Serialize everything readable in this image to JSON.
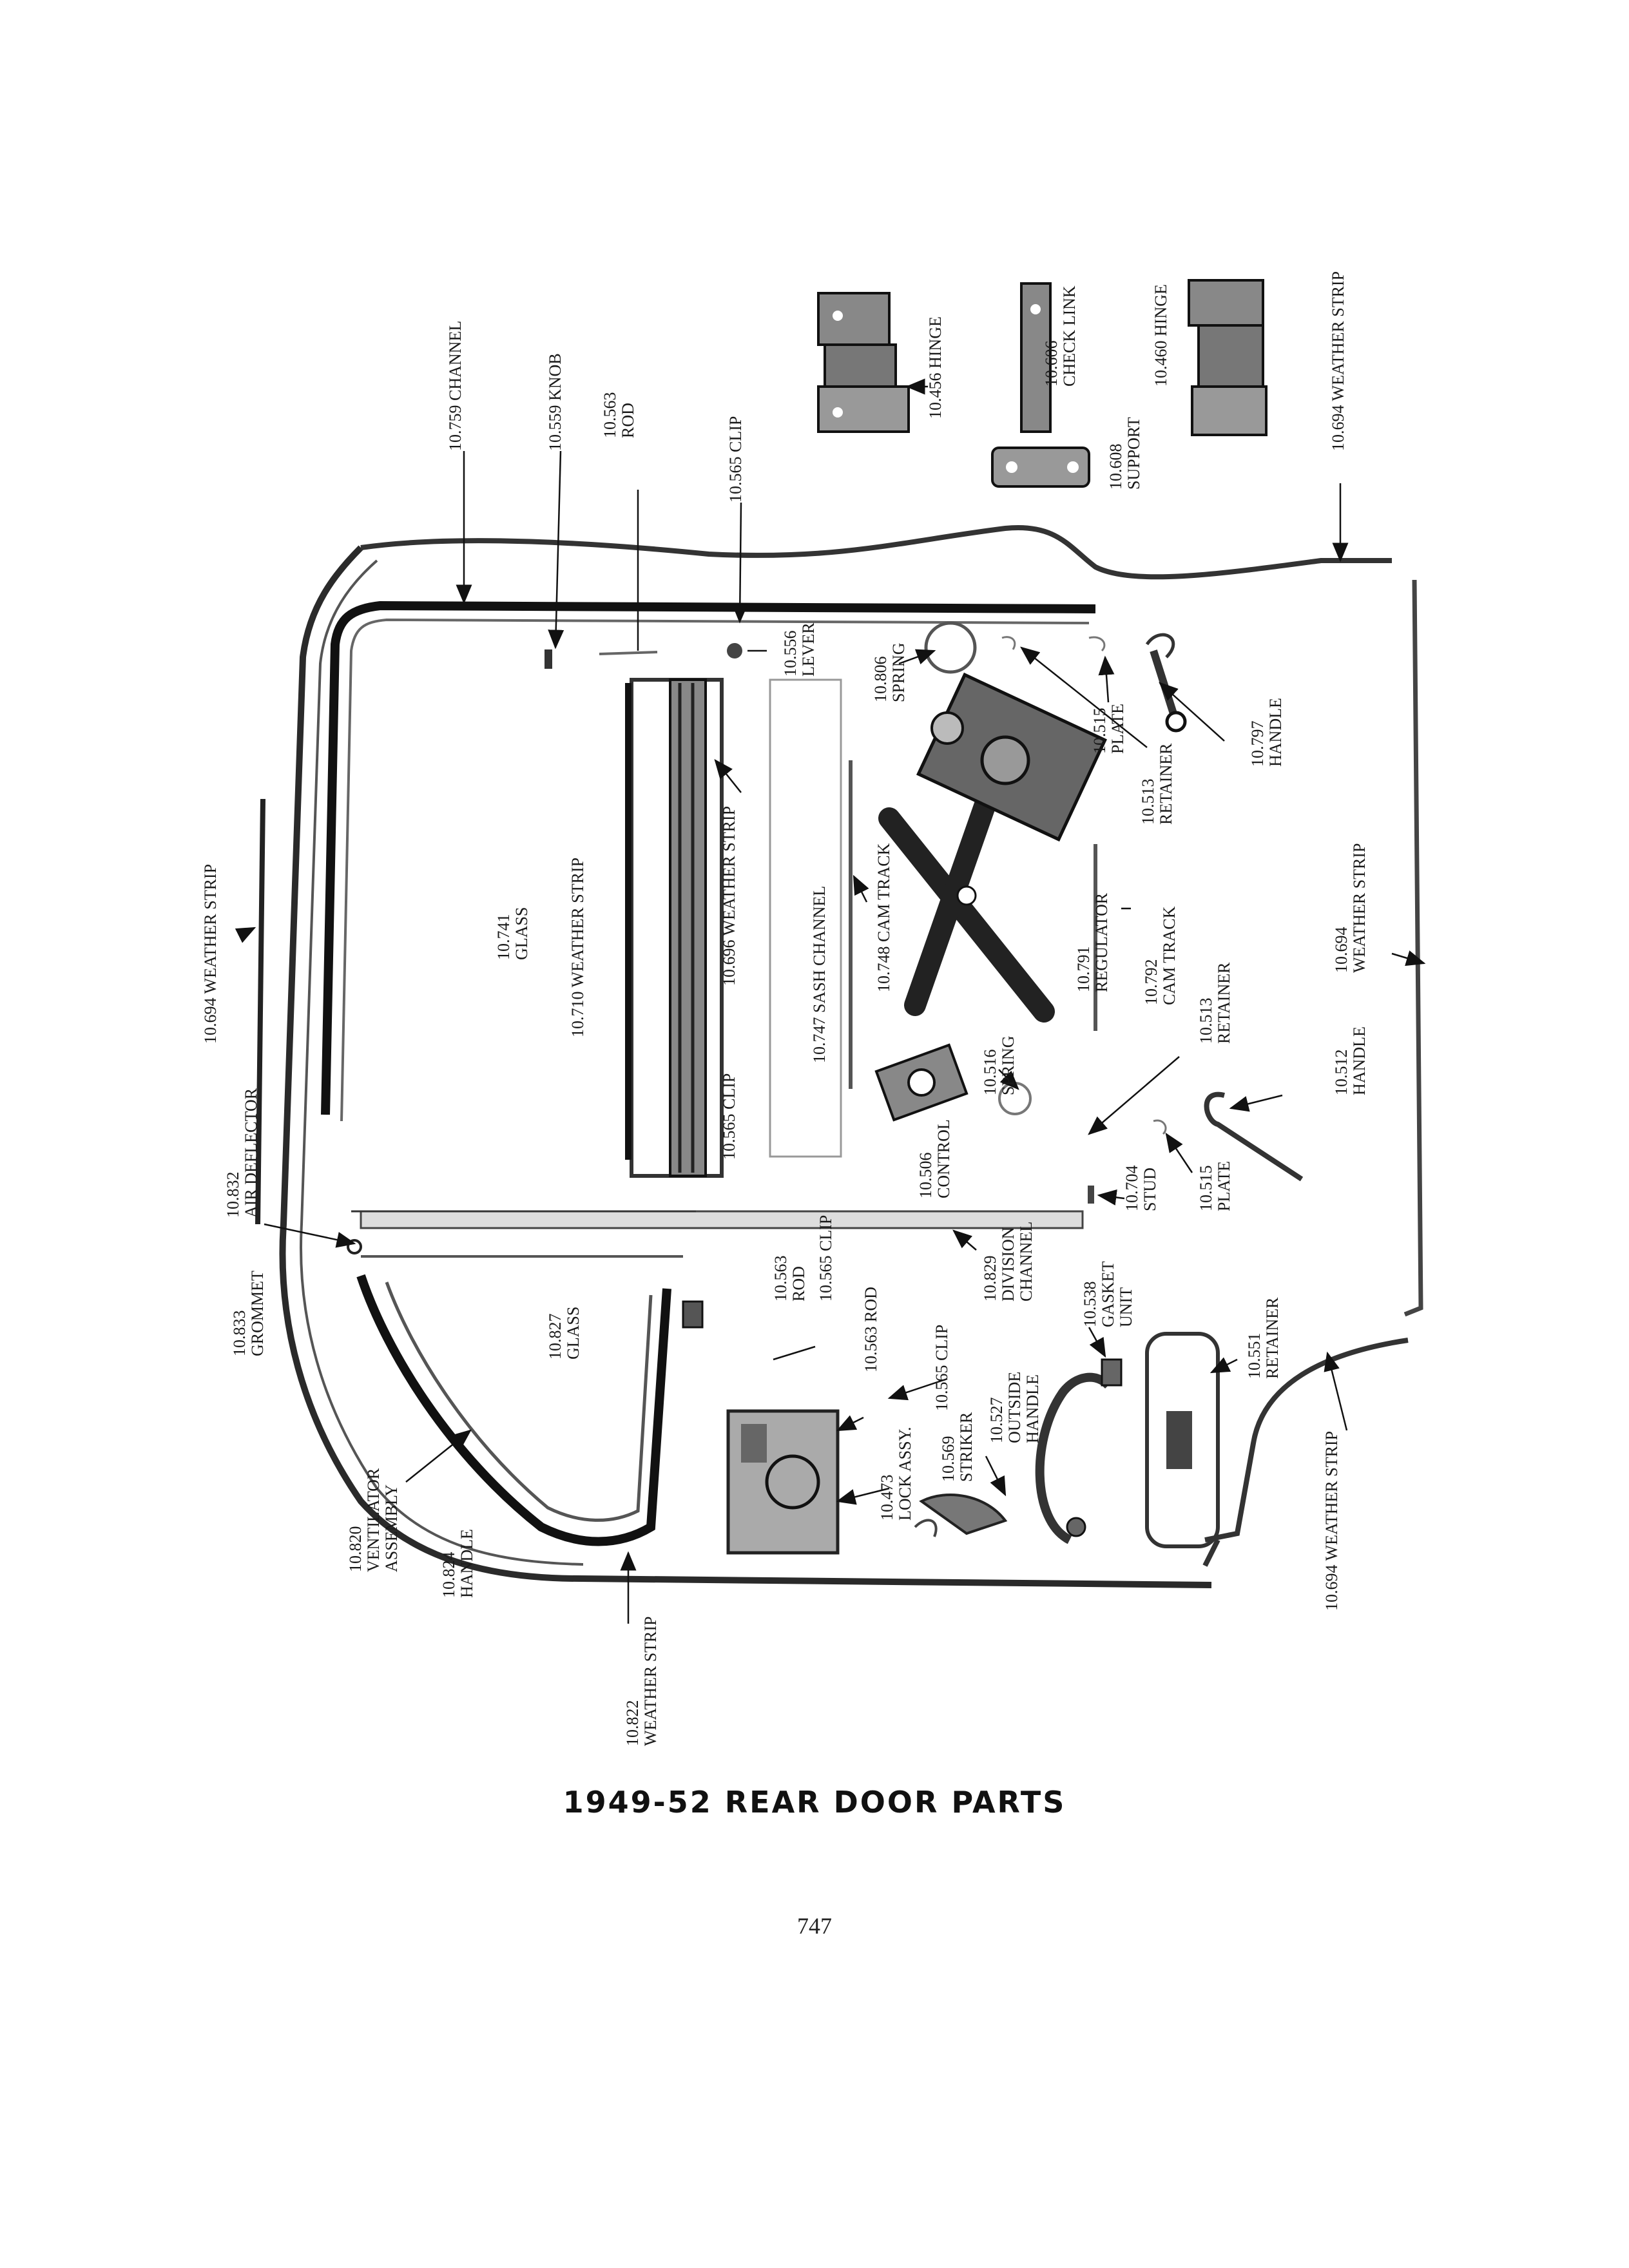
{
  "title": "1949-52 REAR DOOR PARTS",
  "page_number": "747",
  "parts": {
    "c759": [
      "10.759 CHANNEL"
    ],
    "k559": [
      "10.559 KNOB"
    ],
    "r563top": [
      "10.563",
      "ROD"
    ],
    "c565top": [
      "10.565 CLIP"
    ],
    "h456": [
      "10.456 HINGE"
    ],
    "l606": [
      "10.606",
      "CHECK LINK"
    ],
    "s608": [
      "10.608",
      "SUPPORT"
    ],
    "h460": [
      "10.460 HINGE"
    ],
    "w694top": [
      "10.694 WEATHER STRIP"
    ],
    "w694left": [
      "10.694 WEATHER STRIP"
    ],
    "g741": [
      "10.741",
      "GLASS"
    ],
    "w710": [
      "10.710 WEATHER STRIP"
    ],
    "w696": [
      "10.696 WEATHER STRIP"
    ],
    "l556": [
      "10.556",
      "LEVER"
    ],
    "s806": [
      "10.806",
      "SPRING"
    ],
    "p515top": [
      "10.515",
      "PLATE"
    ],
    "r513top": [
      "10.513",
      "RETAINER"
    ],
    "h797": [
      "10.797",
      "HANDLE"
    ],
    "sc747": [
      "10.747 SASH CHANNEL"
    ],
    "ct748": [
      "10.748 CAM TRACK"
    ],
    "rg791": [
      "10.791",
      "REGULATOR"
    ],
    "ct792": [
      "10.792",
      "CAM TRACK"
    ],
    "w694right": [
      "10.694",
      "WEATHER STRIP"
    ],
    "ad832": [
      "10.832",
      "AIR DEFLECTOR"
    ],
    "c565mid": [
      "10.565 CLIP"
    ],
    "sp516": [
      "10.516",
      "SPRING"
    ],
    "ct506": [
      "10.506",
      "CONTROL"
    ],
    "r513mid": [
      "10.513",
      "RETAINER"
    ],
    "h512": [
      "10.512",
      "HANDLE"
    ],
    "p515mid": [
      "10.515",
      "PLATE"
    ],
    "st704": [
      "10.704",
      "STUD"
    ],
    "gr833": [
      "10.833",
      "GROMMET"
    ],
    "g827": [
      "10.827",
      "GLASS"
    ],
    "r563low": [
      "10.563",
      "ROD"
    ],
    "c565low": [
      "10.565 CLIP"
    ],
    "r563low2": [
      "10.563 ROD"
    ],
    "dc829": [
      "10.829",
      "DIVISION",
      "CHANNEL"
    ],
    "gu538": [
      "10.538",
      "GASKET",
      "UNIT"
    ],
    "re551": [
      "10.551",
      "RETAINER"
    ],
    "c565low2": [
      "10.565 CLIP"
    ],
    "oh527": [
      "10.527",
      "OUTSIDE",
      "HANDLE"
    ],
    "va820": [
      "10.820",
      "VENTILATOR",
      "ASSEMBLY"
    ],
    "h824": [
      "10.824",
      "HANDLE"
    ],
    "la473": [
      "10.473",
      "LOCK ASSY."
    ],
    "sk569": [
      "10.569",
      "STRIKER"
    ],
    "w694bot": [
      "10.694 WEATHER STRIP"
    ],
    "w822": [
      "10.822",
      "WEATHER STRIP"
    ]
  }
}
